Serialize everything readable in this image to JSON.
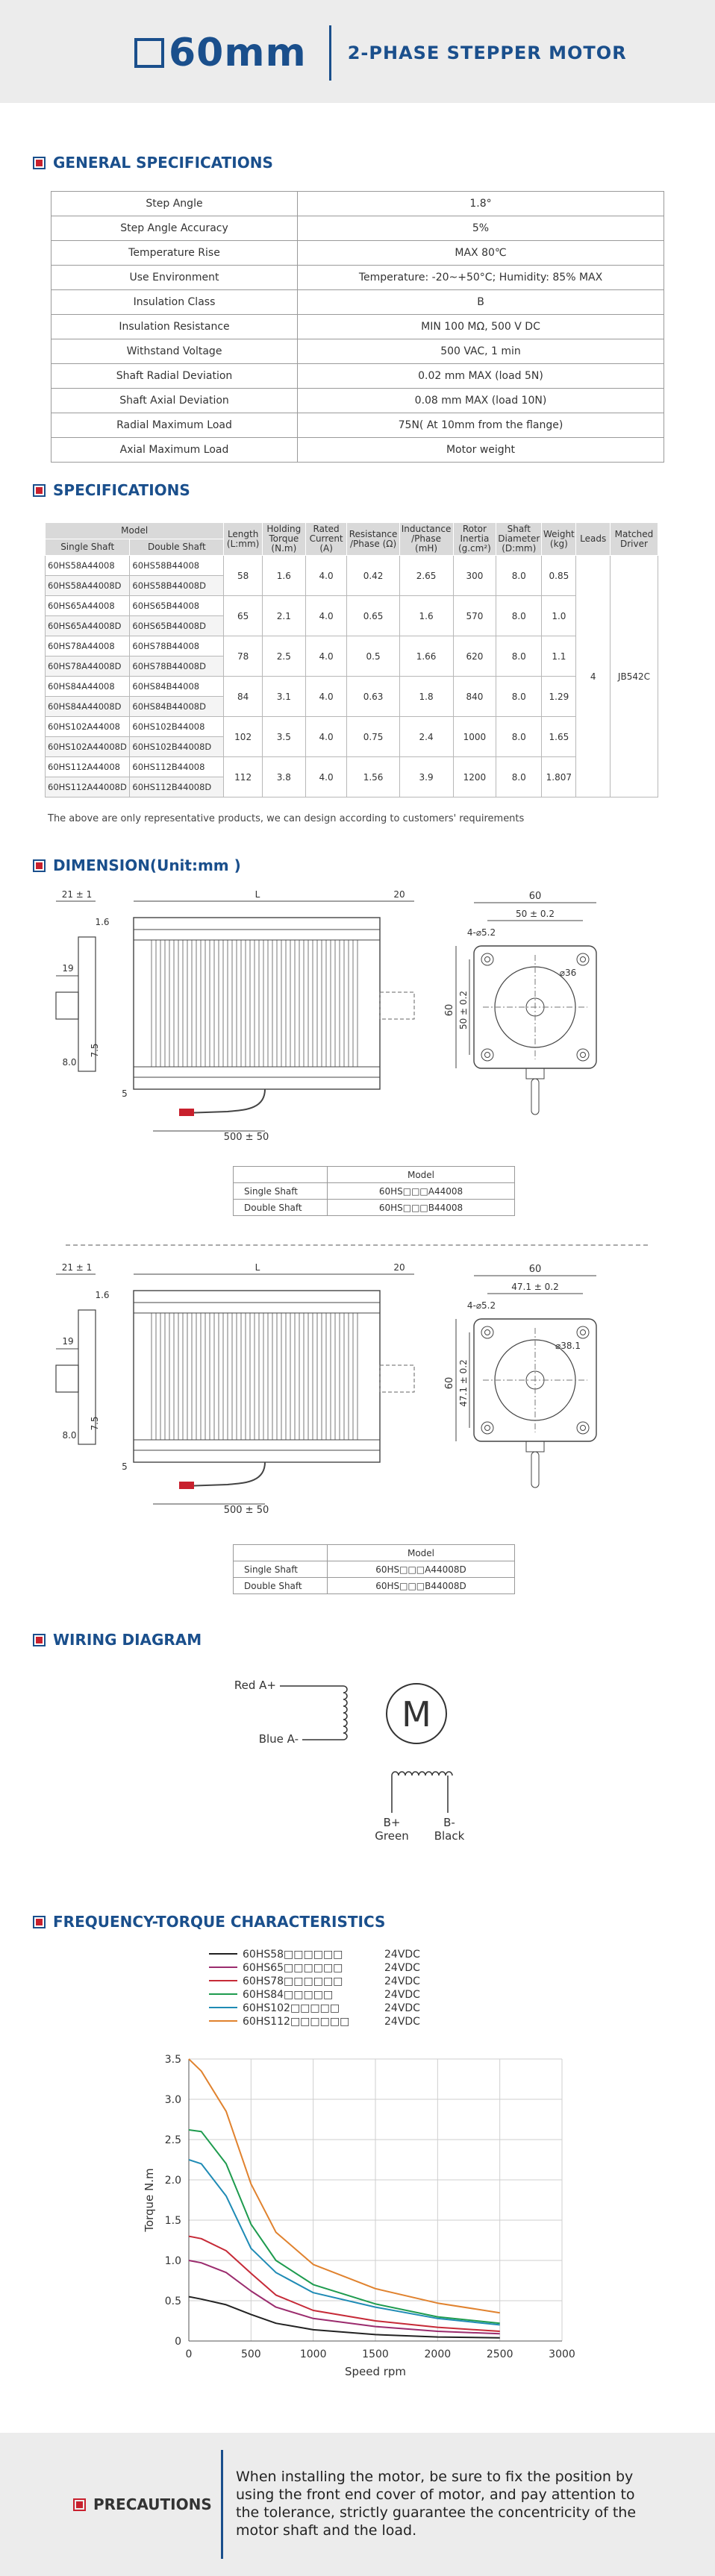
{
  "header": {
    "title": "60mm",
    "subtitle": "2-PHASE STEPPER MOTOR"
  },
  "sections": {
    "general": "GENERAL SPECIFICATIONS",
    "specs": "SPECIFICATIONS",
    "dimension": "DIMENSION(Unit:mm )",
    "wiring": "WIRING DIAGRAM",
    "torque": "FREQUENCY-TORQUE CHARACTERISTICS",
    "precautions": "PRECAUTIONS"
  },
  "general_specs": [
    [
      "Step Angle",
      "1.8°"
    ],
    [
      "Step Angle Accuracy",
      "5%"
    ],
    [
      "Temperature Rise",
      "MAX 80℃"
    ],
    [
      "Use Environment",
      "Temperature: -20~+50°C; Humidity: 85% MAX"
    ],
    [
      "Insulation Class",
      "B"
    ],
    [
      "Insulation Resistance",
      "MIN 100 MΩ,  500 V DC"
    ],
    [
      "Withstand Voltage",
      "500 VAC,  1 min"
    ],
    [
      "Shaft Radial Deviation",
      "0.02 mm MAX (load 5N)"
    ],
    [
      "Shaft Axial Deviation",
      "0.08 mm MAX (load 10N)"
    ],
    [
      "Radial Maximum Load",
      "75N( At 10mm from the flange)"
    ],
    [
      "Axial Maximum Load",
      "Motor weight"
    ]
  ],
  "spec_table": {
    "headers": {
      "model": "Model",
      "single": "Single Shaft",
      "double": "Double Shaft",
      "length": "Length (L:mm)",
      "torque": "Holding Torque (N.m)",
      "current": "Rated Current (A)",
      "resistance": "Resistance /Phase (Ω)",
      "inductance": "Inductance /Phase (mH)",
      "inertia": "Rotor Inertia (g.cm²)",
      "shaft": "Shaft Diameter (D:mm)",
      "weight": "Weight (kg)",
      "leads": "Leads",
      "driver": "Matched Driver"
    },
    "groups": [
      {
        "models": [
          [
            "60HS58A44008",
            "60HS58B44008"
          ],
          [
            "60HS58A44008D",
            "60HS58B44008D"
          ]
        ],
        "length": "58",
        "torque": "1.6",
        "current": "4.0",
        "resistance": "0.42",
        "inductance": "2.65",
        "inertia": "300",
        "shaft": "8.0",
        "weight": "0.85"
      },
      {
        "models": [
          [
            "60HS65A44008",
            "60HS65B44008"
          ],
          [
            "60HS65A44008D",
            "60HS65B44008D"
          ]
        ],
        "length": "65",
        "torque": "2.1",
        "current": "4.0",
        "resistance": "0.65",
        "inductance": "1.6",
        "inertia": "570",
        "shaft": "8.0",
        "weight": "1.0"
      },
      {
        "models": [
          [
            "60HS78A44008",
            "60HS78B44008"
          ],
          [
            "60HS78A44008D",
            "60HS78B44008D"
          ]
        ],
        "length": "78",
        "torque": "2.5",
        "current": "4.0",
        "resistance": "0.5",
        "inductance": "1.66",
        "inertia": "620",
        "shaft": "8.0",
        "weight": "1.1"
      },
      {
        "models": [
          [
            "60HS84A44008",
            "60HS84B44008"
          ],
          [
            "60HS84A44008D",
            "60HS84B44008D"
          ]
        ],
        "length": "84",
        "torque": "3.1",
        "current": "4.0",
        "resistance": "0.63",
        "inductance": "1.8",
        "inertia": "840",
        "shaft": "8.0",
        "weight": "1.29"
      },
      {
        "models": [
          [
            "60HS102A44008",
            "60HS102B44008"
          ],
          [
            "60HS102A44008D",
            "60HS102B44008D"
          ]
        ],
        "length": "102",
        "torque": "3.5",
        "current": "4.0",
        "resistance": "0.75",
        "inductance": "2.4",
        "inertia": "1000",
        "shaft": "8.0",
        "weight": "1.65"
      },
      {
        "models": [
          [
            "60HS112A44008",
            "60HS112B44008"
          ],
          [
            "60HS112A44008D",
            "60HS112B44008D"
          ]
        ],
        "length": "112",
        "torque": "3.8",
        "current": "4.0",
        "resistance": "1.56",
        "inductance": "3.9",
        "inertia": "1200",
        "shaft": "8.0",
        "weight": "1.807"
      }
    ],
    "leads": "4",
    "driver": "JB542C",
    "note": "The above are only representative products, we can design according to customers' requirements"
  },
  "dimension": {
    "drawing1": {
      "side": {
        "d21": "21 ± 1",
        "L": "L",
        "d20": "20",
        "d16": "1.6",
        "d19": "19",
        "d75": "7.5",
        "d80": "8.0",
        "d5": "5",
        "lead": "500 ± 50"
      },
      "front": {
        "width": "60",
        "pitch": "50 ± 0.2",
        "holes": "4-⌀5.2",
        "boss": "⌀36",
        "vwidth": "60",
        "vpitch": "50 ± 0.2"
      },
      "models": {
        "header": "Model",
        "rows": [
          [
            "Single Shaft",
            "60HS□□□A44008"
          ],
          [
            "Double Shaft",
            "60HS□□□B44008"
          ]
        ]
      }
    },
    "drawing2": {
      "side": {
        "d21": "21 ± 1",
        "L": "L",
        "d20": "20",
        "d16": "1.6",
        "d19": "19",
        "d75": "7.5",
        "d80": "8.0",
        "d5": "5",
        "lead": "500 ± 50"
      },
      "front": {
        "width": "60",
        "pitch": "47.1 ± 0.2",
        "holes": "4-⌀5.2",
        "boss": "⌀38.1",
        "vwidth": "60",
        "vpitch": "47.1 ± 0.2"
      },
      "models": {
        "header": "Model",
        "rows": [
          [
            "Single Shaft",
            "60HS□□□A44008D"
          ],
          [
            "Double Shaft",
            "60HS□□□B44008D"
          ]
        ]
      }
    }
  },
  "wiring": {
    "red": "Red  A+",
    "blue": "Blue A-",
    "motor": "M",
    "b_plus": "B+",
    "green": "Green",
    "b_minus": "B-",
    "black": "Black"
  },
  "chart_data": {
    "type": "line",
    "title": "",
    "xlabel": "Speed rpm",
    "ylabel": "Torque N.m",
    "xlim": [
      0,
      3000
    ],
    "ylim": [
      0,
      3.5
    ],
    "xticks": [
      "0",
      "500",
      "1000",
      "1500",
      "2000",
      "2500",
      "3000"
    ],
    "yticks": [
      "0",
      "0.5",
      "1.0",
      "1.5",
      "2.0",
      "2.5",
      "3.0",
      "3.5"
    ],
    "grid": true,
    "legend_position": "top-left",
    "series": [
      {
        "name": "60HS58□□□□□□",
        "voltage": "24VDC",
        "color": "#222222",
        "x": [
          0,
          100,
          300,
          500,
          700,
          1000,
          1500,
          2000,
          2500
        ],
        "y": [
          0.55,
          0.52,
          0.45,
          0.33,
          0.22,
          0.14,
          0.08,
          0.05,
          0.04
        ]
      },
      {
        "name": "60HS65□□□□□□",
        "voltage": "24VDC",
        "color": "#9b2c6e",
        "x": [
          0,
          100,
          300,
          500,
          700,
          1000,
          1500,
          2000,
          2500
        ],
        "y": [
          1.0,
          0.97,
          0.85,
          0.62,
          0.42,
          0.28,
          0.18,
          0.12,
          0.09
        ]
      },
      {
        "name": "60HS78□□□□□□",
        "voltage": "24VDC",
        "color": "#c62a37",
        "x": [
          0,
          100,
          300,
          500,
          700,
          1000,
          1500,
          2000,
          2500
        ],
        "y": [
          1.3,
          1.27,
          1.12,
          0.84,
          0.57,
          0.38,
          0.25,
          0.17,
          0.12
        ]
      },
      {
        "name": "60HS84□□□□□",
        "voltage": "24VDC",
        "color": "#1e9b4e",
        "x": [
          0,
          100,
          300,
          500,
          700,
          1000,
          1500,
          2000,
          2500
        ],
        "y": [
          2.62,
          2.6,
          2.2,
          1.45,
          1.0,
          0.7,
          0.46,
          0.3,
          0.22
        ]
      },
      {
        "name": "60HS102□□□□□",
        "voltage": "24VDC",
        "color": "#1f8bb5",
        "x": [
          0,
          100,
          300,
          500,
          700,
          1000,
          1500,
          2000,
          2500
        ],
        "y": [
          2.25,
          2.2,
          1.8,
          1.15,
          0.85,
          0.6,
          0.42,
          0.28,
          0.2
        ]
      },
      {
        "name": "60HS112□□□□□□",
        "voltage": "24VDC",
        "color": "#e0822e",
        "x": [
          0,
          100,
          300,
          500,
          700,
          1000,
          1500,
          2000,
          2500
        ],
        "y": [
          3.5,
          3.35,
          2.85,
          1.95,
          1.35,
          0.95,
          0.65,
          0.47,
          0.35
        ]
      }
    ]
  },
  "precautions": {
    "text": "When installing the motor, be sure to fix the position by using the front end cover of motor, and pay attention to the tolerance, strictly guarantee the concentricity of the motor shaft and the load."
  },
  "colors": {
    "brand": "#1a4f8c",
    "accent": "#c8202d",
    "header_bg": "#ececec"
  }
}
